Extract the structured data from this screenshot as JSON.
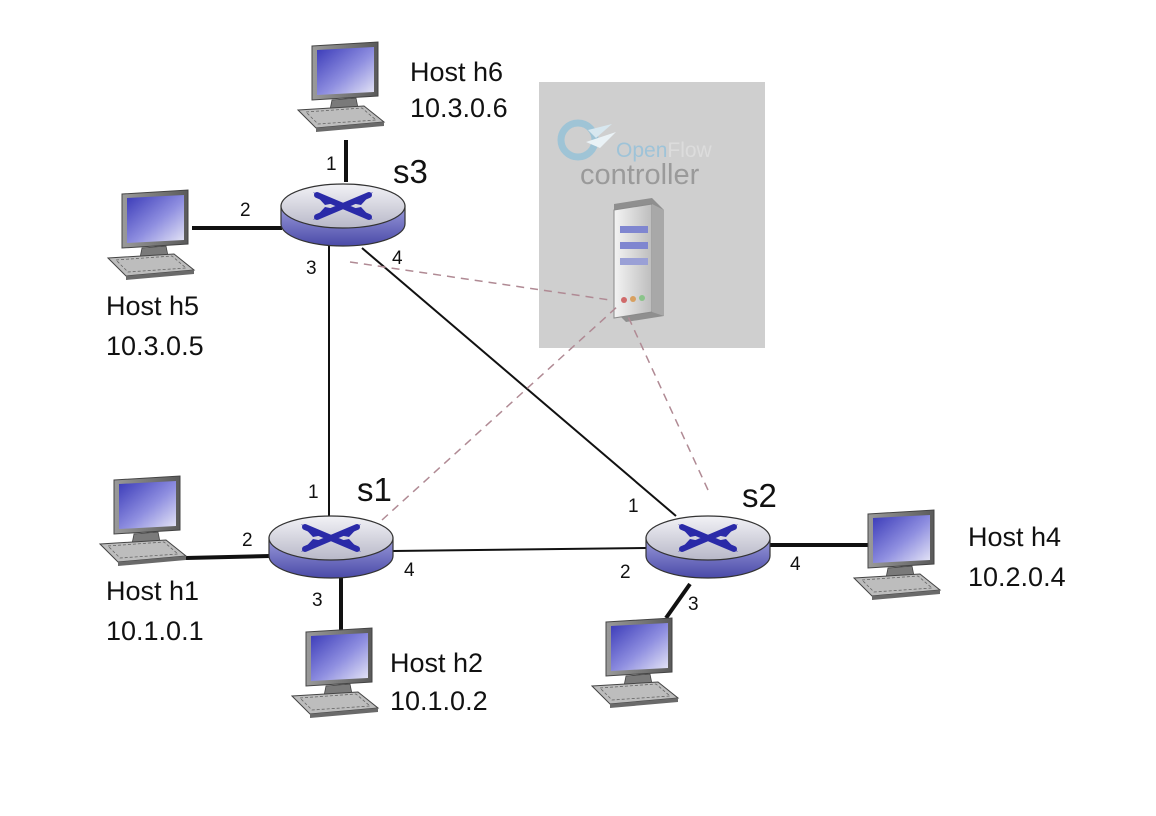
{
  "colors": {
    "background": "#ffffff",
    "link": "#111111",
    "control_link": "#b08a94",
    "switch_body": "#8c8cd0",
    "switch_top": "#d8d8e6",
    "switch_cross": "#2222a8",
    "controller_box": "#cfcfcf",
    "monitor_screen": "#4848c0"
  },
  "controller": {
    "brand_open": "Open",
    "brand_flow": "Flow",
    "title": "controller",
    "logo_icon": "openflow-logo-icon",
    "server_icon": "server-tower-icon"
  },
  "switches": [
    {
      "id": "s3",
      "label": "s3"
    },
    {
      "id": "s1",
      "label": "s1"
    },
    {
      "id": "s2",
      "label": "s2"
    }
  ],
  "hosts": [
    {
      "id": "h6",
      "name": "Host h6",
      "ip": "10.3.0.6"
    },
    {
      "id": "h5",
      "name": "Host h5",
      "ip": "10.3.0.5"
    },
    {
      "id": "h1",
      "name": "Host h1",
      "ip": "10.1.0.1"
    },
    {
      "id": "h2",
      "name": "Host h2",
      "ip": "10.1.0.2"
    },
    {
      "id": "h4",
      "name": "Host h4",
      "ip": "10.2.0.4"
    },
    {
      "id": "h3",
      "name": "",
      "ip": ""
    }
  ],
  "ports": {
    "s3": [
      "1",
      "2",
      "3",
      "4"
    ],
    "s1": [
      "1",
      "2",
      "3",
      "4"
    ],
    "s2": [
      "1",
      "2",
      "3",
      "4"
    ]
  }
}
